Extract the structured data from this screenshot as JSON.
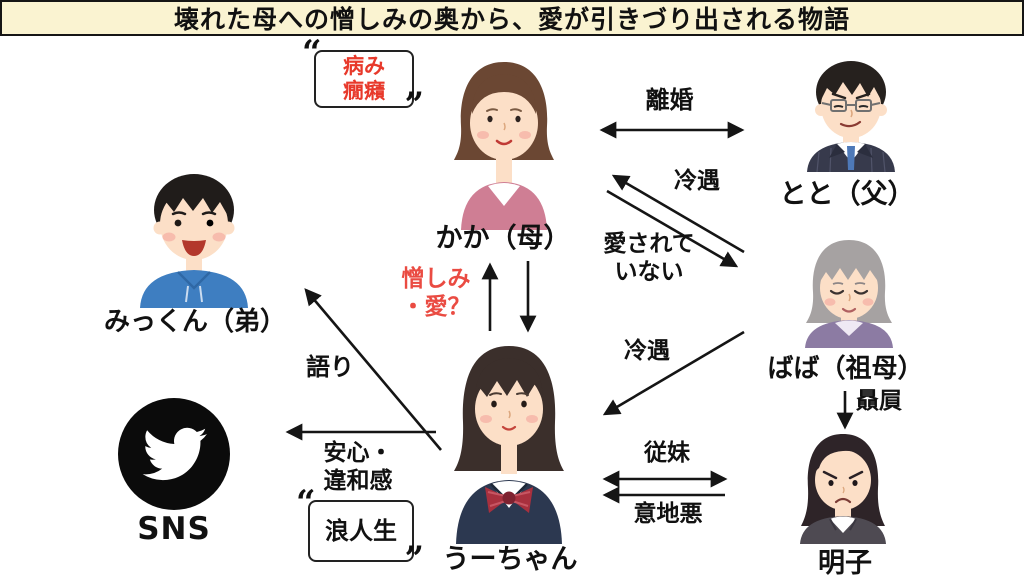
{
  "title": {
    "text": "壊れた母への憎しみの奥から、愛が引きづり出される物語"
  },
  "colors": {
    "banner_bg": "#FAF3D1",
    "accent_red": "#E8392B",
    "hatred_red": "#EA4B42",
    "ink": "#151515"
  },
  "characters": {
    "mother": {
      "name": "かか（母）"
    },
    "father": {
      "name": "とと（父）"
    },
    "grandmother": {
      "name": "ばば（祖母）"
    },
    "brother": {
      "name": "みっくん（弟）"
    },
    "daughter": {
      "name": "うーちゃん"
    },
    "cousin": {
      "name": "明子"
    },
    "sns": {
      "name": "SNS",
      "icon": "twitter-bird-icon"
    }
  },
  "notes": {
    "mother_note": {
      "line1": "病み",
      "line2": "癇癪",
      "open_quote": "“",
      "close_quote": "”"
    },
    "daughter_note": {
      "line1": "浪人生",
      "open_quote": "“",
      "close_quote": "”"
    }
  },
  "relations": {
    "divorce": {
      "label": "離婚"
    },
    "cold_treatment_mother": {
      "label": "冷遇"
    },
    "not_loved": {
      "line1": "愛されて",
      "line2": "いない"
    },
    "hatred_love": {
      "line1": "憎しみ",
      "line2": "・愛？"
    },
    "narration": {
      "label": "語り"
    },
    "relief_discomfort": {
      "line1": "安心・",
      "line2": "違和感"
    },
    "cold_treatment_daughter": {
      "label": "冷遇"
    },
    "cousins": {
      "label": "従妹"
    },
    "meanness": {
      "label": "意地悪"
    },
    "favoritism": {
      "label": "贔屓"
    }
  }
}
